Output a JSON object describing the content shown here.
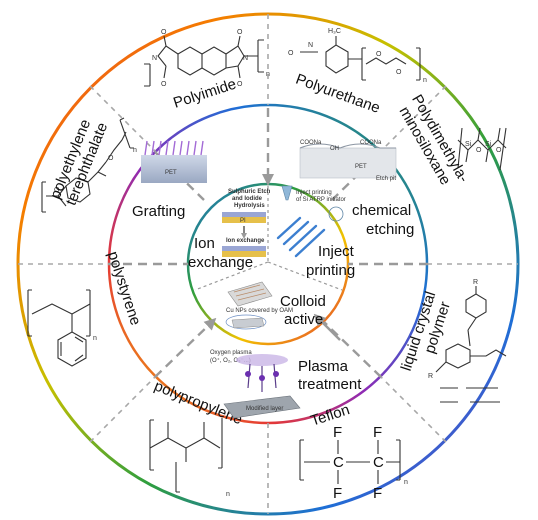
{
  "polymers": {
    "polyimide": "Polyimide",
    "polyurethane": "Polyurethane",
    "pdms_line1": "Polydimethyla-",
    "pdms_line2": "minosiloxane",
    "pet_line1": "polyethylene",
    "pet_line2": "terephthalate",
    "polystyrene": "polystyrene",
    "lcp_line1": "liquid crystal",
    "lcp_line2": "polymer",
    "polypropylene": "polypropylene",
    "teflon": "Teflon"
  },
  "methods": {
    "grafting": "Grafting",
    "chemical_line1": "chemical",
    "chemical_line2": "etching",
    "plasma_line1": "Plasma",
    "plasma_line2": "treatment"
  },
  "core": {
    "ion_line1": "Ion",
    "ion_line2": "exchange",
    "inject_line1": "Inject",
    "inject_line2": "printing",
    "colloid_line1": "Colloid",
    "colloid_line2": "active"
  },
  "insets": {
    "pet_label": "PET",
    "pi_label": "PI",
    "ion_title_1": "Sulphuric Etch",
    "ion_title_2": "and Iodide",
    "ion_title_3": "Hydrolysis",
    "ion_step": "Ion exchange",
    "inject_caption_1": "Inject printing",
    "inject_caption_2": "of Si ATRP initiator",
    "colloid_caption": "Cu NPs covered by OAM",
    "etch_label": "Etch pit",
    "coona": "COONa",
    "oh": "OH",
    "oxygen_plasma": "Oxygen plasma",
    "oxygen_species": "(O⁺, O₂, O₃⁻...)",
    "modified_layer": "Modified layer"
  },
  "structures": {
    "n": "n",
    "F": "F",
    "C": "C",
    "O": "O",
    "N": "N",
    "Si": "Si",
    "R": "R",
    "H3C": "H₃C"
  },
  "colors": {
    "ring_outer": "rainbow (red→orange→yellow→green→blue→purple)",
    "ring_inner": "rainbow",
    "dash_arrows": "#9a9a9a",
    "text": "#111111"
  }
}
